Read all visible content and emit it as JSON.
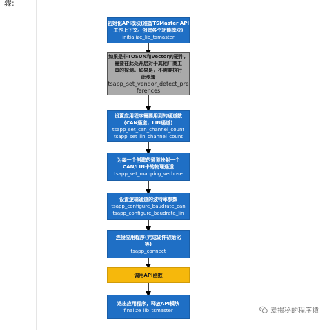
{
  "top_text": "骤:",
  "flow": {
    "steps": [
      {
        "color": "blue",
        "lines": [
          "初始化API模块(准备TSMaster API",
          "工作上下文。创建各个功能模块)",
          "initialize_lib_tsmaster"
        ]
      },
      {
        "color": "gray",
        "lines": [
          "如果是非TOSUN和Vector的硬件，",
          "需要在此处开启对于其他厂商工",
          "具的探测。如果是，不需要执行",
          "此步骤",
          "tsapp_set_vendor_detect_pre",
          "ferences"
        ]
      },
      {
        "color": "blue",
        "lines": [
          "设置应用程序需要用到的通道数",
          "(CAN通道，LIN通道)",
          "tsapp_set_can_channel_count",
          "tsapp_set_lin_channel_count"
        ]
      },
      {
        "color": "blue",
        "lines": [
          "为每一个创建的通道映射一个",
          "CAN/LIN卡的物理通道",
          "tsapp_set_mapping_verbose"
        ]
      },
      {
        "color": "blue",
        "lines": [
          "设置逻辑通道的波特率参数",
          "tsapp_configure_baudrate_can",
          "tsapp_configure_baudrate_lin"
        ]
      },
      {
        "color": "blue",
        "lines": [
          "连接应用程序(完成硬件初始化",
          "等)",
          "tsapp_connect"
        ]
      },
      {
        "color": "orange",
        "lines": [
          "调用API函数"
        ]
      },
      {
        "color": "blue",
        "lines": [
          "退出应用程序，释放API模块",
          "finalize_lib_tsmaster"
        ]
      }
    ]
  },
  "watermark": {
    "text": "爱揭秘的程序猿"
  },
  "colors": {
    "blue": "#1f6fc5",
    "gray": "#a9a9a9",
    "orange": "#f6b80c",
    "arrow": "#000000"
  }
}
